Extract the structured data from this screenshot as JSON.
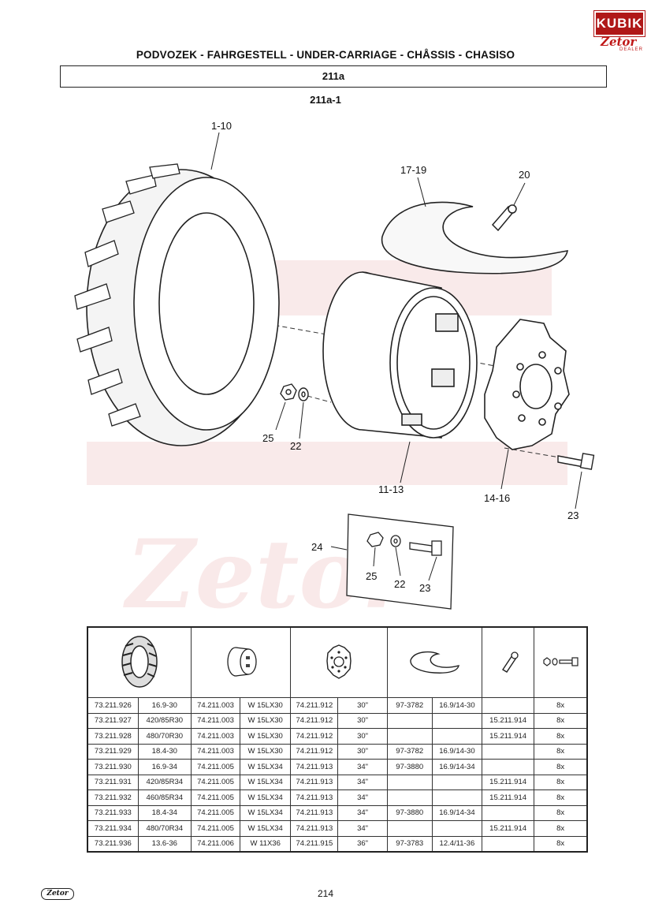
{
  "brand": {
    "kubik": "KUBIK",
    "zetor": "Zetor",
    "dealer": "DEALER"
  },
  "header": {
    "title": "PODVOZEK - FAHRGESTELL - UNDER-CARRIAGE - CHÅSSIS - CHASISO"
  },
  "section": {
    "code": "211a",
    "sub": "211a-1"
  },
  "diagram": {
    "labels": {
      "tire": "1-10",
      "tube": "17-19",
      "valve": "20",
      "nut": "25",
      "washer": "22",
      "rim": "11-13",
      "disc": "14-16",
      "bolt": "23",
      "set": "24",
      "set_nut": "25",
      "set_washer": "22",
      "set_bolt": "23"
    }
  },
  "table": {
    "icon_names": [
      "tire-icon",
      "rim-icon",
      "wheel-disc-icon",
      "tube-icon",
      "valve-icon",
      "bolt-set-icon"
    ],
    "rows": [
      [
        "73.211.926",
        "16.9-30",
        "74.211.003",
        "W 15LX30",
        "74.211.912",
        "30\"",
        "97-3782",
        "16.9/14-30",
        "",
        "8x"
      ],
      [
        "73.211.927",
        "420/85R30",
        "74.211.003",
        "W 15LX30",
        "74.211.912",
        "30\"",
        "",
        "",
        "15.211.914",
        "8x"
      ],
      [
        "73.211.928",
        "480/70R30",
        "74.211.003",
        "W 15LX30",
        "74.211.912",
        "30\"",
        "",
        "",
        "15.211.914",
        "8x"
      ],
      [
        "73.211.929",
        "18.4-30",
        "74.211.003",
        "W 15LX30",
        "74.211.912",
        "30\"",
        "97-3782",
        "16.9/14-30",
        "",
        "8x"
      ],
      [
        "73.211.930",
        "16.9-34",
        "74.211.005",
        "W 15LX34",
        "74.211.913",
        "34\"",
        "97-3880",
        "16.9/14-34",
        "",
        "8x"
      ],
      [
        "73.211.931",
        "420/85R34",
        "74.211.005",
        "W 15LX34",
        "74.211.913",
        "34\"",
        "",
        "",
        "15.211.914",
        "8x"
      ],
      [
        "73.211.932",
        "460/85R34",
        "74.211.005",
        "W 15LX34",
        "74.211.913",
        "34\"",
        "",
        "",
        "15.211.914",
        "8x"
      ],
      [
        "73.211.933",
        "18.4-34",
        "74.211.005",
        "W 15LX34",
        "74.211.913",
        "34\"",
        "97-3880",
        "16.9/14-34",
        "",
        "8x"
      ],
      [
        "73.211.934",
        "480/70R34",
        "74.211.005",
        "W 15LX34",
        "74.211.913",
        "34\"",
        "",
        "",
        "15.211.914",
        "8x"
      ],
      [
        "73.211.936",
        "13.6-36",
        "74.211.006",
        "W 11X36",
        "74.211.915",
        "36\"",
        "97-3783",
        "12.4/11-36",
        "",
        "8x"
      ]
    ]
  },
  "footer": {
    "logo": "Zetor",
    "page": "214"
  }
}
